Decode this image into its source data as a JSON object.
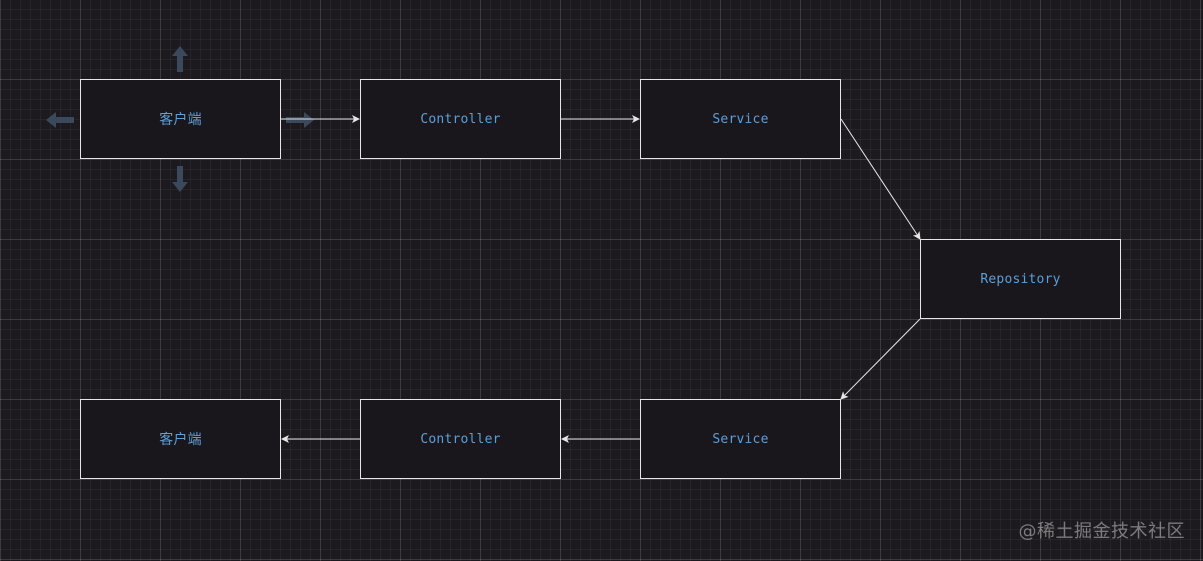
{
  "nodes": {
    "client_top": "客户端",
    "controller_top": "Controller",
    "service_top": "Service",
    "repository": "Repository",
    "client_bottom": "客户端",
    "controller_bottom": "Controller",
    "service_bottom": "Service"
  },
  "hover_hint_arrows": [
    "up",
    "left",
    "right",
    "down"
  ],
  "edges": [
    {
      "from": "client_top",
      "to": "controller_top"
    },
    {
      "from": "controller_top",
      "to": "service_top"
    },
    {
      "from": "service_top",
      "to": "repository"
    },
    {
      "from": "repository",
      "to": "service_bottom"
    },
    {
      "from": "service_bottom",
      "to": "controller_bottom"
    },
    {
      "from": "controller_bottom",
      "to": "client_bottom"
    }
  ],
  "colors": {
    "background": "#1c1a1f",
    "node_border": "#e6e6e6",
    "node_text": "#5b9fd9",
    "edge": "#e6e6e6",
    "hint_arrow": "#3a4a5c"
  },
  "watermark": "@稀土掘金技术社区"
}
